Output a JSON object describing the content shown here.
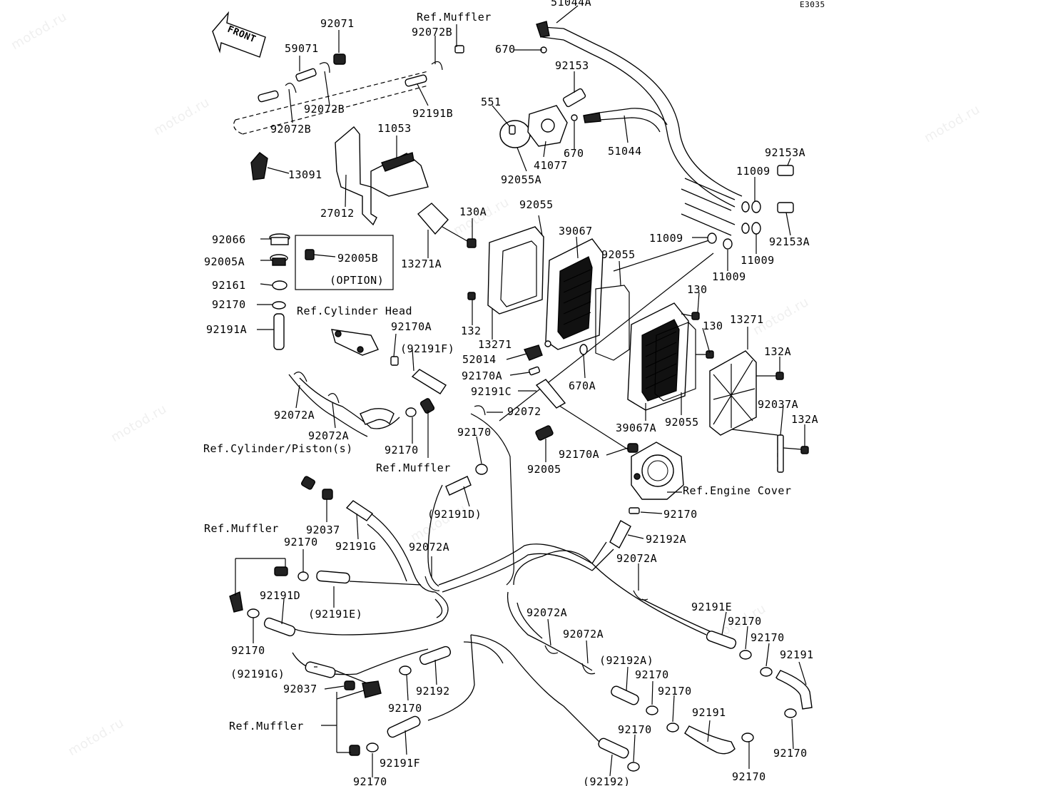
{
  "diagram_code": "E3035",
  "front_label": "FRONT",
  "watermark": "motod.ru",
  "labels": [
    {
      "id": "l1",
      "text": "51044A"
    },
    {
      "id": "l2",
      "text": "Ref.Muffler"
    },
    {
      "id": "l3",
      "text": "92071"
    },
    {
      "id": "l4",
      "text": "92072B"
    },
    {
      "id": "l5",
      "text": "59071"
    },
    {
      "id": "l6",
      "text": "670"
    },
    {
      "id": "l7",
      "text": "92153"
    },
    {
      "id": "l8",
      "text": "92072B"
    },
    {
      "id": "l9",
      "text": "551"
    },
    {
      "id": "l10",
      "text": "92191B"
    },
    {
      "id": "l11",
      "text": "92072B"
    },
    {
      "id": "l12",
      "text": "11053"
    },
    {
      "id": "l13",
      "text": "670"
    },
    {
      "id": "l14",
      "text": "51044"
    },
    {
      "id": "l15",
      "text": "41077"
    },
    {
      "id": "l16",
      "text": "92153A"
    },
    {
      "id": "l17",
      "text": "13091"
    },
    {
      "id": "l18",
      "text": "92055A"
    },
    {
      "id": "l19",
      "text": "11009"
    },
    {
      "id": "l20",
      "text": "27012"
    },
    {
      "id": "l21",
      "text": "92055"
    },
    {
      "id": "l22",
      "text": "130A"
    },
    {
      "id": "l23",
      "text": "39067"
    },
    {
      "id": "l24",
      "text": "92153A"
    },
    {
      "id": "l25",
      "text": "92066"
    },
    {
      "id": "l26",
      "text": "11009"
    },
    {
      "id": "l27",
      "text": "92005A"
    },
    {
      "id": "l28",
      "text": "92005B"
    },
    {
      "id": "l29",
      "text": "13271A"
    },
    {
      "id": "l30",
      "text": "92055"
    },
    {
      "id": "l31",
      "text": "11009"
    },
    {
      "id": "l32",
      "text": "(OPTION)"
    },
    {
      "id": "l33",
      "text": "11009"
    },
    {
      "id": "l34",
      "text": "92161"
    },
    {
      "id": "l35",
      "text": "130"
    },
    {
      "id": "l36",
      "text": "92170"
    },
    {
      "id": "l37",
      "text": "Ref.Cylinder Head"
    },
    {
      "id": "l38",
      "text": "132"
    },
    {
      "id": "l39",
      "text": "13271"
    },
    {
      "id": "l40",
      "text": "92191A"
    },
    {
      "id": "l41",
      "text": "92170A"
    },
    {
      "id": "l42",
      "text": "130"
    },
    {
      "id": "l43",
      "text": "13271"
    },
    {
      "id": "l44",
      "text": "(92191F)"
    },
    {
      "id": "l45",
      "text": "52014"
    },
    {
      "id": "l46",
      "text": "132A"
    },
    {
      "id": "l47",
      "text": "92170A"
    },
    {
      "id": "l48",
      "text": "670A"
    },
    {
      "id": "l49",
      "text": "92191C"
    },
    {
      "id": "l50",
      "text": "92037A"
    },
    {
      "id": "l51",
      "text": "92072A"
    },
    {
      "id": "l52",
      "text": "92072"
    },
    {
      "id": "l53",
      "text": "39067A"
    },
    {
      "id": "l54",
      "text": "92055"
    },
    {
      "id": "l55",
      "text": "92072A"
    },
    {
      "id": "l56",
      "text": "132A"
    },
    {
      "id": "l57",
      "text": "92170"
    },
    {
      "id": "l58",
      "text": "Ref.Cylinder/Piston(s)"
    },
    {
      "id": "l59",
      "text": "92170"
    },
    {
      "id": "l60",
      "text": "92170A"
    },
    {
      "id": "l61",
      "text": "92005"
    },
    {
      "id": "l62",
      "text": "Ref.Muffler"
    },
    {
      "id": "l63",
      "text": "Ref.Engine Cover"
    },
    {
      "id": "l64",
      "text": "(92191D)"
    },
    {
      "id": "l65",
      "text": "92170"
    },
    {
      "id": "l66",
      "text": "92037"
    },
    {
      "id": "l67",
      "text": "92192A"
    },
    {
      "id": "l68",
      "text": "Ref.Muffler"
    },
    {
      "id": "l69",
      "text": "92170"
    },
    {
      "id": "l70",
      "text": "92191G"
    },
    {
      "id": "l71",
      "text": "92072A"
    },
    {
      "id": "l72",
      "text": "92072A"
    },
    {
      "id": "l73",
      "text": "92191D"
    },
    {
      "id": "l74",
      "text": "(92191E)"
    },
    {
      "id": "l75",
      "text": "92191E"
    },
    {
      "id": "l76",
      "text": "92072A"
    },
    {
      "id": "l77",
      "text": "92170"
    },
    {
      "id": "l78",
      "text": "92072A"
    },
    {
      "id": "l79",
      "text": "92170"
    },
    {
      "id": "l80",
      "text": "92170"
    },
    {
      "id": "l81",
      "text": "(92192A)"
    },
    {
      "id": "l82",
      "text": "92191"
    },
    {
      "id": "l83",
      "text": "(92191G)"
    },
    {
      "id": "l84",
      "text": "92170"
    },
    {
      "id": "l85",
      "text": "92192"
    },
    {
      "id": "l86",
      "text": "92037"
    },
    {
      "id": "l87",
      "text": "92170"
    },
    {
      "id": "l88",
      "text": "92170"
    },
    {
      "id": "l89",
      "text": "92191"
    },
    {
      "id": "l90",
      "text": "Ref.Muffler"
    },
    {
      "id": "l91",
      "text": "92170"
    },
    {
      "id": "l92",
      "text": "92191F"
    },
    {
      "id": "l93",
      "text": "92170"
    },
    {
      "id": "l94",
      "text": "92170"
    },
    {
      "id": "l95",
      "text": "(92192)"
    },
    {
      "id": "l96",
      "text": "92170"
    }
  ]
}
